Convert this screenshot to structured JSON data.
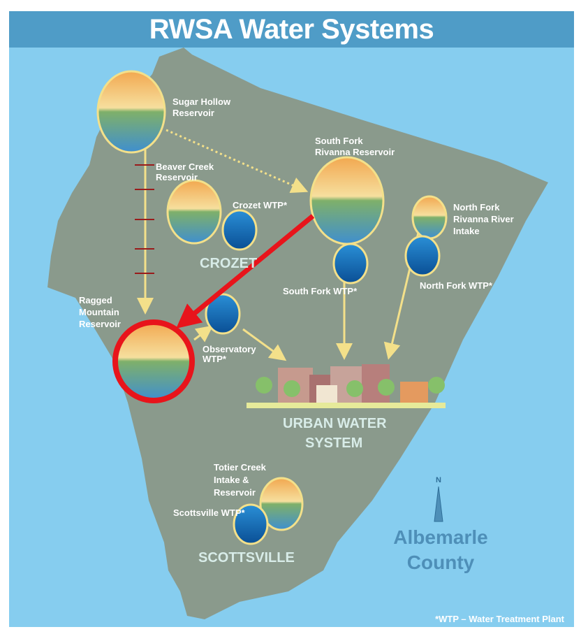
{
  "title": "RWSA Water Systems",
  "labels": {
    "sugar_hollow": [
      "Sugar Hollow",
      "Reservoir"
    ],
    "beaver_creek": [
      "Beaver Creek",
      "Reservoir"
    ],
    "south_fork": [
      "South Fork",
      "Rivanna Reservoir"
    ],
    "north_fork": [
      "North Fork",
      "Rivanna River",
      "Intake"
    ],
    "crozet_wtp": "Crozet WTP*",
    "south_fork_wtp": "South Fork WTP*",
    "north_fork_wtp": "North Fork WTP*",
    "ragged_mountain": [
      "Ragged",
      "Mountain",
      "Reservoir"
    ],
    "observatory_wtp": [
      "Observatory",
      "WTP*"
    ],
    "totier_creek": [
      "Totier Creek",
      "Intake &",
      "Reservoir"
    ],
    "scottsville_wtp": "Scottsville WTP*"
  },
  "towns": {
    "crozet": "CROZET",
    "urban": [
      "URBAN WATER",
      "SYSTEM"
    ],
    "scottsville": "SCOTTSVILLE"
  },
  "county": [
    "Albemarle",
    "County"
  ],
  "north": "N",
  "footnote": "*WTP – Water Treatment Plant",
  "colors": {
    "water": "#86cdef",
    "land": "#8a9a8c",
    "title_bar": "#4f9cc7",
    "highlight": "#e8141b",
    "flow": "#f3e08a"
  }
}
